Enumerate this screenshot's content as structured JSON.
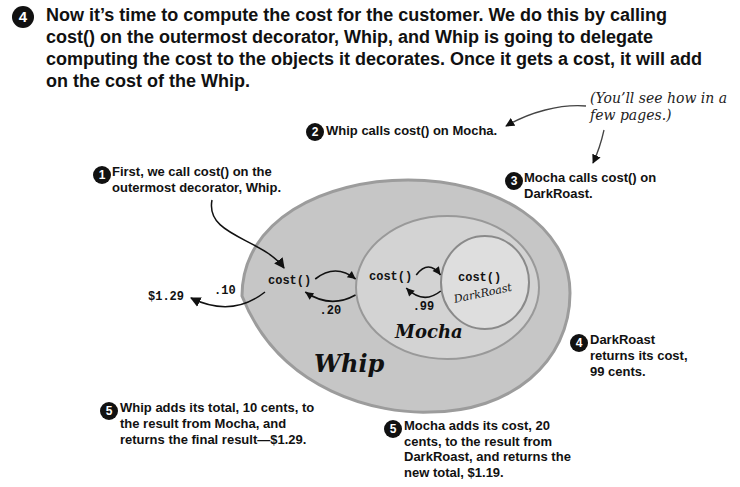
{
  "diagram": {
    "title": "Now it’s time to compute the cost for the customer. We do this by calling cost() on the outermost decorator, Whip, and Whip is going to delegate computing the cost to the objects it decorates. Once it gets a cost, it will add on the cost of the Whip.",
    "nodes": [
      {
        "text": [
          "cost()",
          "Whip"
        ]
      },
      {
        "text": [
          "cost()",
          "Mocha"
        ],
        "in": 0
      },
      {
        "text": [
          "cost()",
          "DarkRoast"
        ],
        "in": 1
      }
    ],
    "edges": [
      {
        "from": 0,
        "to": 1,
        "arrow": "to"
      },
      {
        "from": 1,
        "to": 2,
        "arrow": "to"
      },
      {
        "from": 2,
        "to": 1,
        "label": ".99",
        "arrow": "to"
      },
      {
        "from": 1,
        "to": 0,
        "label": ".20",
        "arrow": "to"
      }
    ],
    "labels": [
      "4",
      "(You’ll see how in a few pages.)",
      "2",
      "Whip calls cost() on Mocha.",
      "1",
      "First, we call cost() on the outermost decorator, Whip.",
      "3",
      "Mocha calls cost() on DarkRoast.",
      "$1.29",
      ".10",
      "4",
      "DarkRoast returns its cost, 99 cents.",
      "5",
      "Whip adds its total, 10 cents, to the result from Mocha, and returns the final result—$1.29.",
      "5",
      "Mocha adds its cost, 20 cents, to the result from DarkRoast, and returns the new total, $1.19."
    ]
  }
}
